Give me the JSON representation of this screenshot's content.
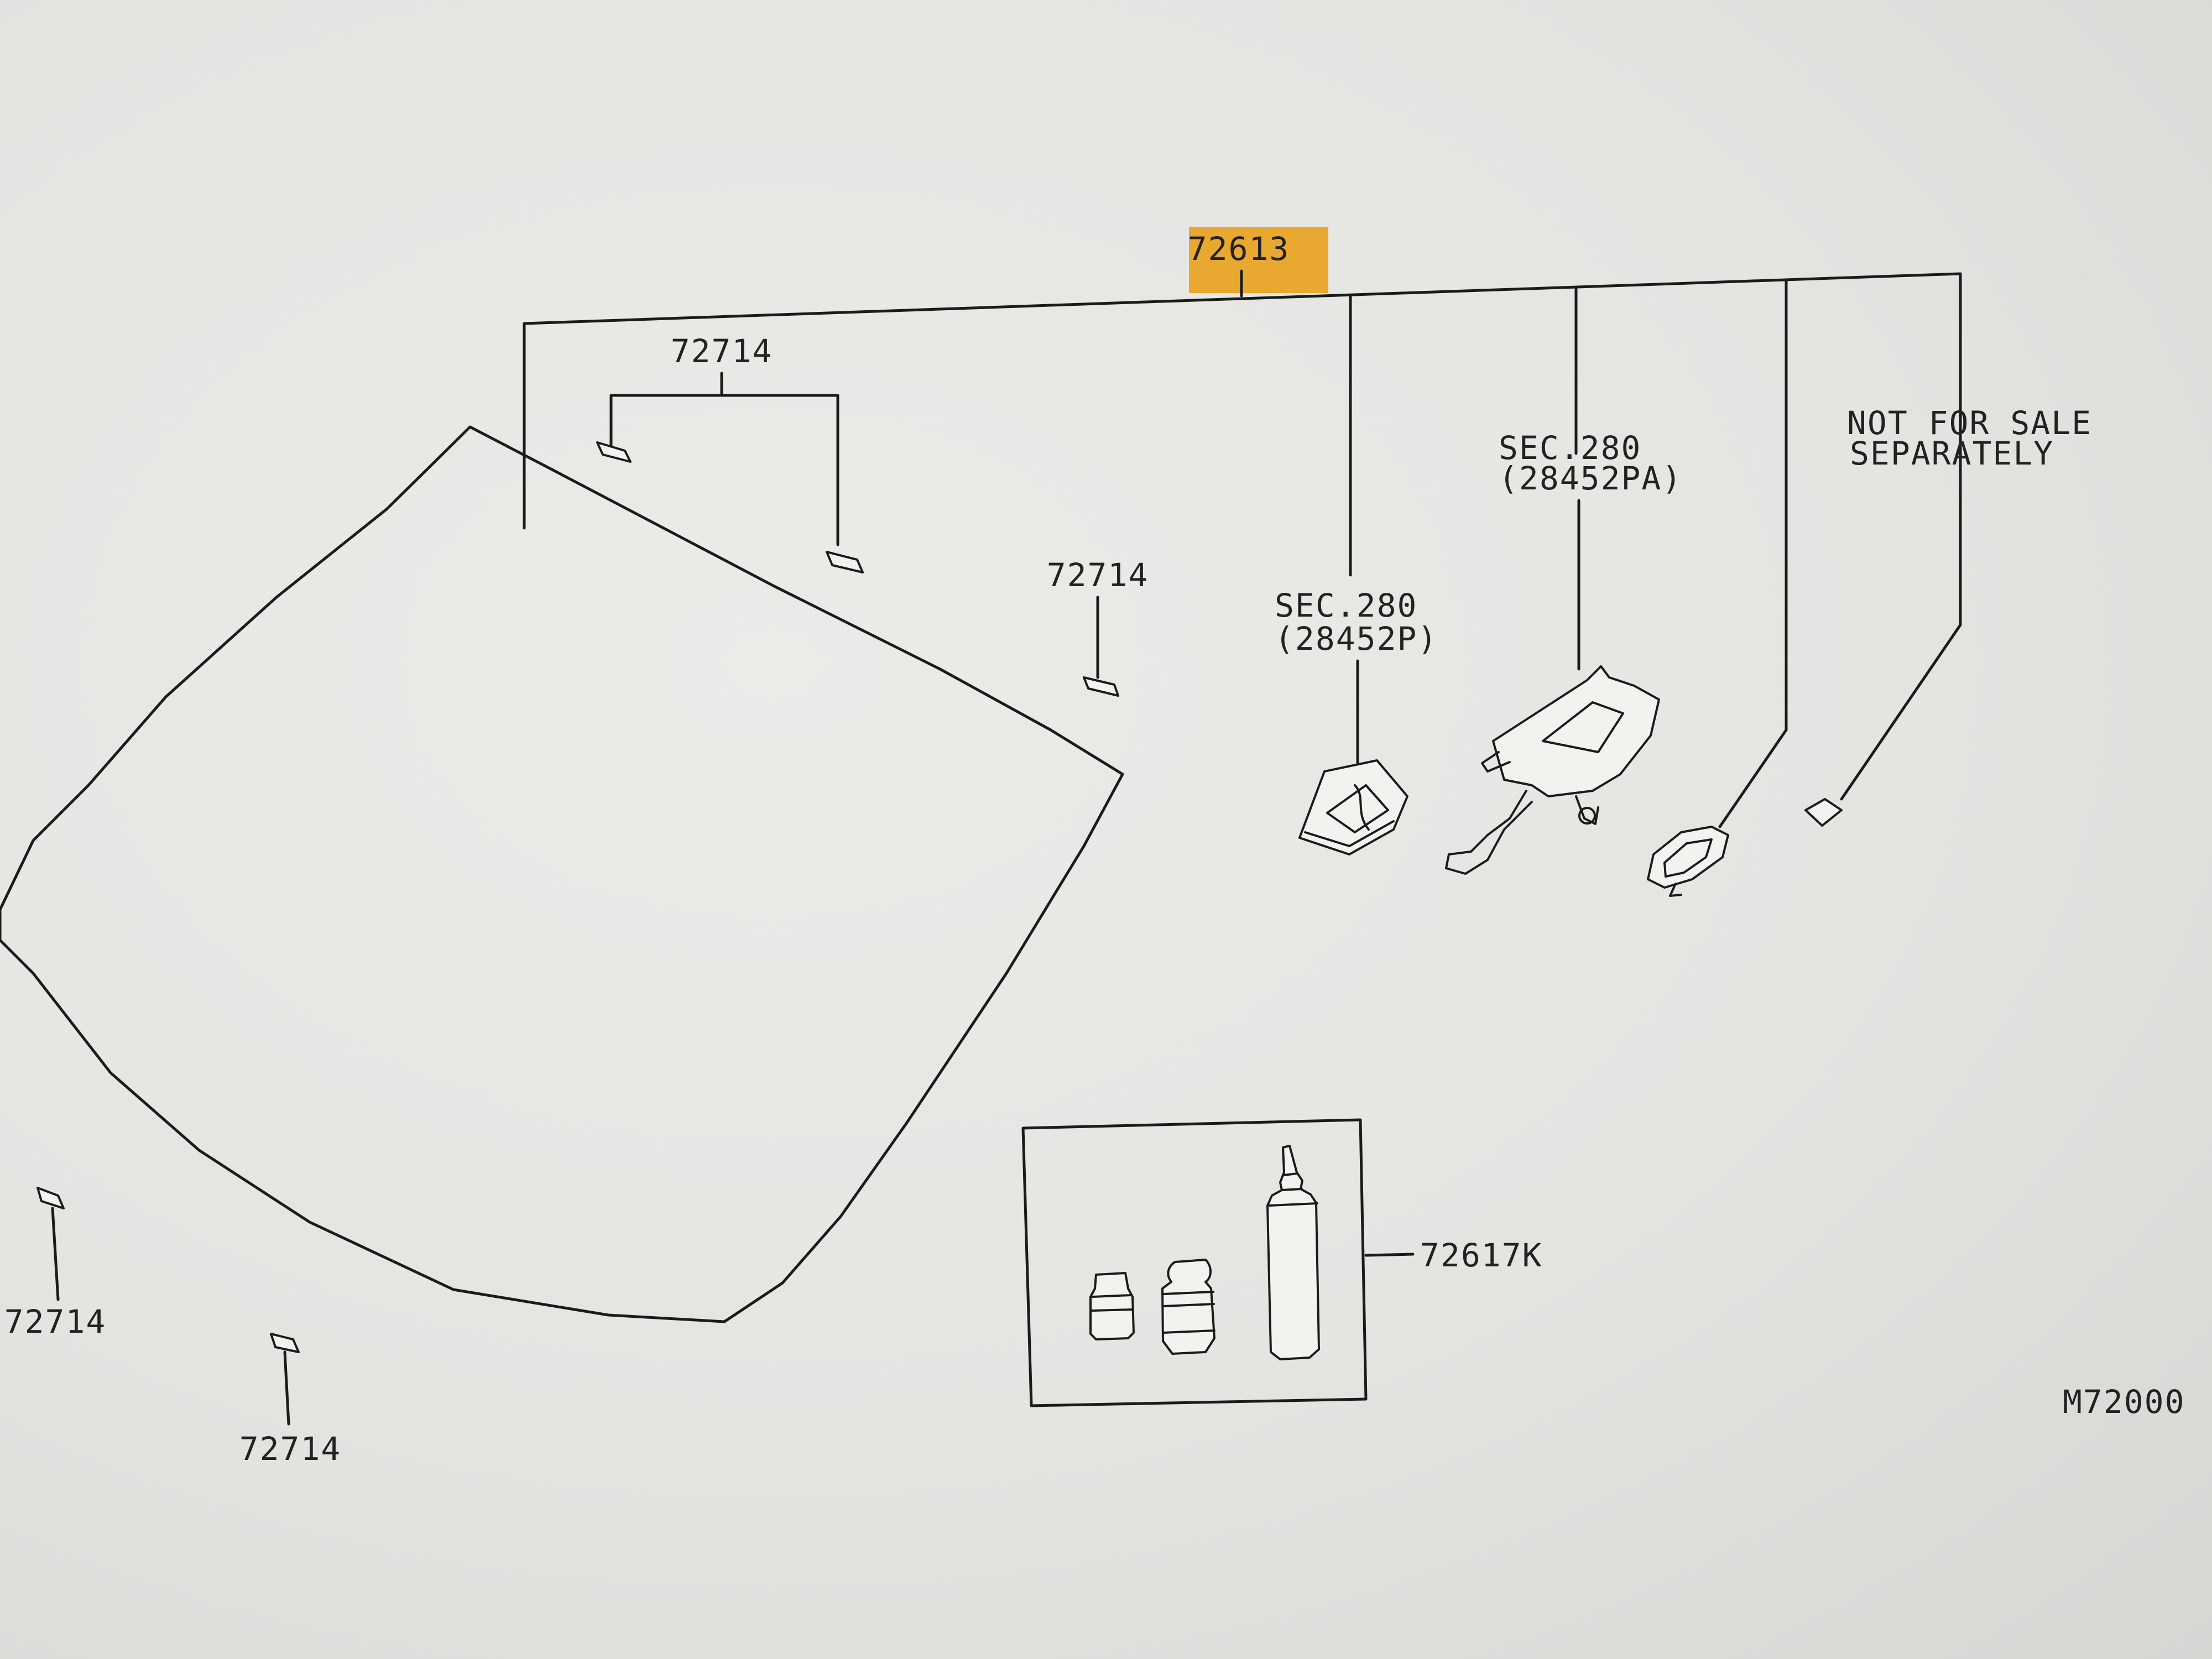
{
  "labels": {
    "main_part": "72613",
    "clip_group_top": "72714",
    "clip_mid": "72714",
    "clip_bottom_left": "72714",
    "clip_bottom_mid": "72714",
    "sec_ref_1_line1": "SEC.280",
    "sec_ref_1_line2": "(28452P)",
    "sec_ref_2_line1": "SEC.280",
    "sec_ref_2_line2": "(28452PA)",
    "not_for_sale_line1": "NOT FOR SALE",
    "not_for_sale_line2": "SEPARATELY",
    "kit_part": "72617K",
    "diagram_code": "M72000"
  },
  "colors": {
    "highlight": "#e9a830",
    "line": "#1b1b1b",
    "background": "#e6e6e3"
  }
}
